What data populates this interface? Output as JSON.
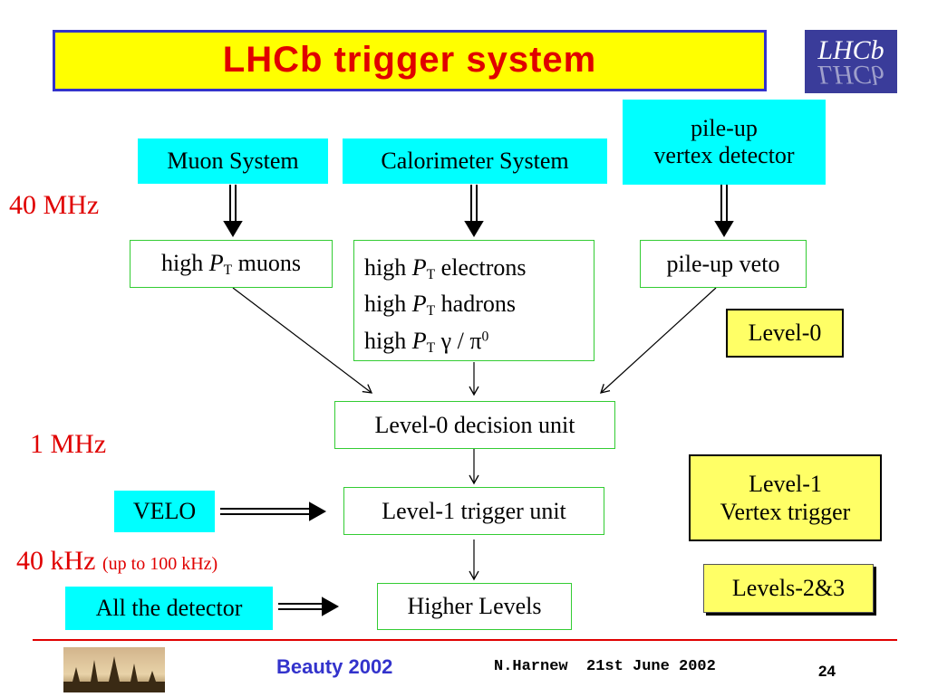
{
  "title": "LHCb trigger system",
  "logo": {
    "text": "LHCb"
  },
  "rates": {
    "mhz40": "40 MHz",
    "mhz1": "1 MHz",
    "khz40": "40 kHz",
    "khz40_note": "(up to 100 kHz)"
  },
  "detectors": {
    "muon": "Muon System",
    "calo": "Calorimeter System",
    "pileup_line1": "pile-up",
    "pileup_line2": "vertex detector",
    "velo": "VELO",
    "all": "All the detector"
  },
  "level0": {
    "muons": {
      "pre": "high ",
      "p": "P",
      "sub": "T",
      "post": " muons"
    },
    "calo_rows": [
      {
        "pre": "high ",
        "p": "P",
        "sub": "T",
        "post": " electrons",
        "sup": ""
      },
      {
        "pre": "high ",
        "p": "P",
        "sub": "T",
        "post": " hadrons",
        "sup": ""
      },
      {
        "pre": "high ",
        "p": "P",
        "sub": "T",
        "post": "  γ / π",
        "sup": "0"
      }
    ],
    "veto": "pile-up veto",
    "decision": "Level-0 decision unit"
  },
  "level1_trigger": "Level-1 trigger unit",
  "higher_levels": "Higher Levels",
  "legend": {
    "level0": "Level-0",
    "level1_line1": "Level-1",
    "level1_line2": "Vertex trigger",
    "levels23": "Levels-2&3"
  },
  "footer": {
    "event": "Beauty 2002",
    "author_date": "N.Harnew  21st June 2002",
    "page": "24"
  },
  "colors": {
    "title_bg": "#ffff00",
    "title_text": "#e00000",
    "detector_bg": "#00ffff",
    "box_border": "#33cc33",
    "rate_text": "#e00000",
    "legend_bg": "#ffff66",
    "footer_blue": "#3333cc"
  }
}
